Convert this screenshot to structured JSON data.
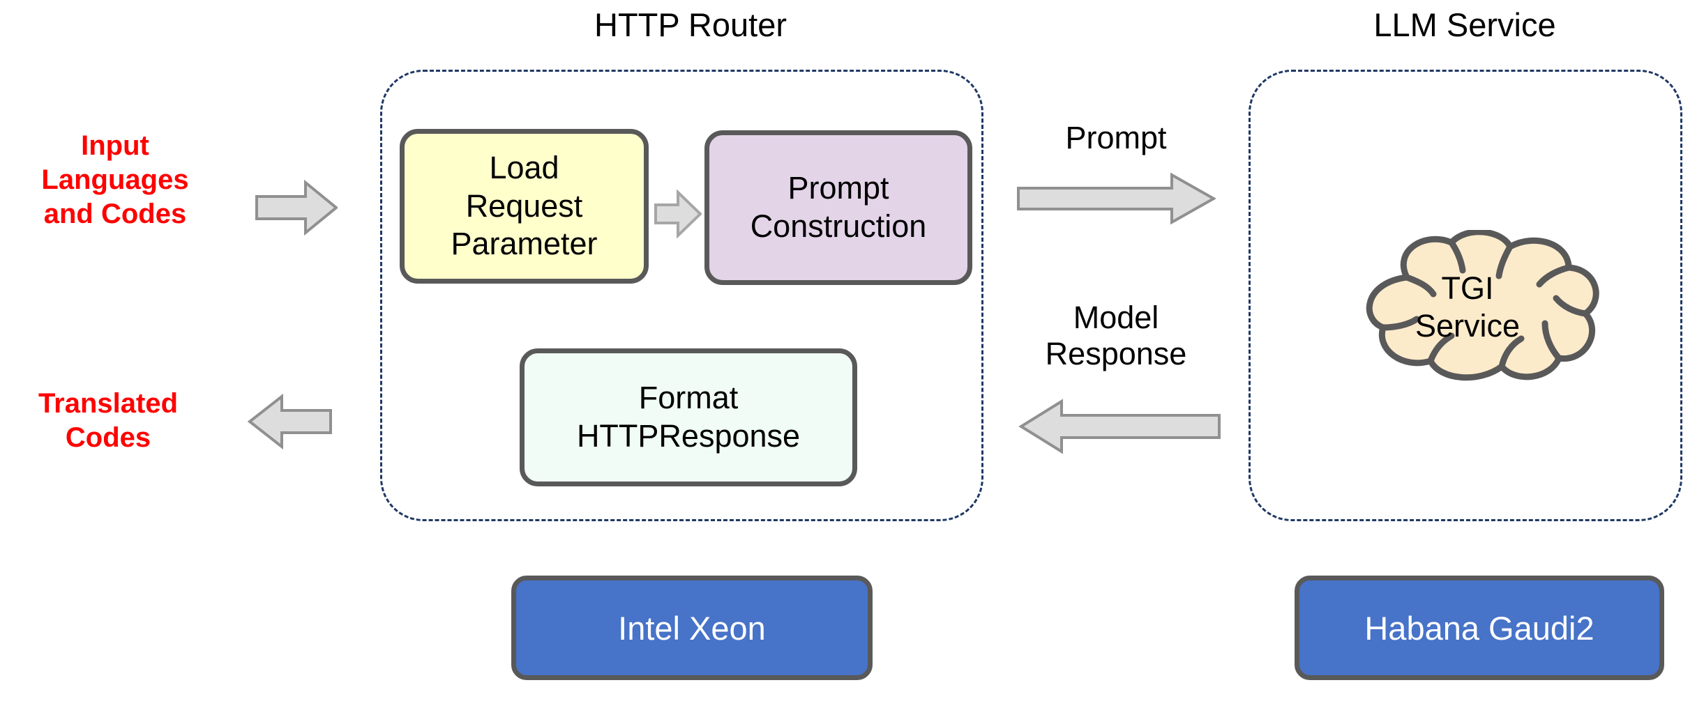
{
  "diagram": {
    "title": "HTTP Router and LLM Service translation pipeline",
    "groups": [
      {
        "key": "http_router",
        "label": "HTTP Router"
      },
      {
        "key": "llm_service",
        "label": "LLM Service"
      }
    ],
    "io": {
      "input_label": "Input\nLanguages\nand Codes",
      "input_line1": "Input",
      "input_line2": "Languages",
      "input_line3": "and Codes",
      "output_label": "Translated\nCodes",
      "output_line1": "Translated",
      "output_line2": "Codes"
    },
    "nodes": {
      "load_request": "Load\nRequest\nParameter",
      "prompt_construction": "Prompt\nConstruction",
      "format_response": "Format\nHTTPResponse",
      "tgi_service": "TGI\nService"
    },
    "hardware": {
      "router_platform": "Intel Xeon",
      "llm_platform": "Habana Gaudi2"
    },
    "edges": {
      "prompt": "Prompt",
      "model_response_line1": "Model",
      "model_response_line2": "Response",
      "model_response": "Model Response"
    },
    "colors": {
      "io_text": "#FF0000",
      "dashed_border": "#1F3864",
      "box_border": "#595959",
      "load_request_fill": "#FFFFCC",
      "prompt_construction_fill": "#E3D4E8",
      "format_response_fill": "#F0FCF5",
      "tgi_fill": "#FCEBCB",
      "hardware_fill": "#4773C8",
      "hardware_text": "#FFFFFF",
      "arrow_fill": "#DDDDDD",
      "arrow_stroke": "#909090",
      "background": "#FFFFFF"
    }
  }
}
